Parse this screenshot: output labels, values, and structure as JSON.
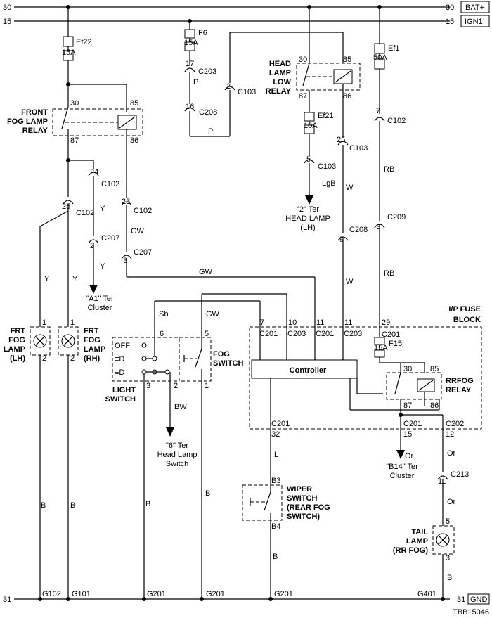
{
  "rails": {
    "bat_left": "30",
    "bat_right": "30",
    "bat_tag": "BAT+",
    "ign_left": "15",
    "ign_right": "15",
    "ign_tag": "IGN1",
    "gnd_left": "31",
    "gnd_right": "31",
    "gnd_tag": "GND"
  },
  "fuses": {
    "ef22": {
      "name": "Ef22",
      "rating": "15A"
    },
    "f6": {
      "name": "F6",
      "rating": "15A"
    },
    "ef1": {
      "name": "Ef1",
      "rating": "50A"
    },
    "ef21": {
      "name": "Ef21",
      "rating": "10A"
    },
    "f15": {
      "name": "F15",
      "rating": "15A"
    }
  },
  "relays": {
    "front_fog": {
      "label": [
        "FRONT",
        "FOG LAMP",
        "RELAY"
      ],
      "pins": [
        "30",
        "85",
        "87",
        "86"
      ]
    },
    "head_lamp_low": {
      "label": [
        "HEAD",
        "LAMP",
        "LOW",
        "RELAY"
      ],
      "pins": [
        "30",
        "85",
        "87",
        "86"
      ]
    },
    "rrfog": {
      "label": [
        "RRFOG",
        "RELAY"
      ],
      "pins": [
        "30",
        "85",
        "87",
        "86"
      ]
    }
  },
  "connectors": {
    "c203_17": {
      "pin": "17",
      "name": "C203"
    },
    "c208_16": {
      "pin": "16",
      "name": "C208"
    },
    "c103_2": {
      "pin": "2",
      "name": "C103"
    },
    "c102_7": {
      "pin": "7",
      "name": "C102"
    },
    "c103_5": {
      "pin": "5",
      "name": "C103"
    },
    "c103_25": {
      "pin": "25",
      "name": "C103"
    },
    "c102_24": {
      "pin": "24",
      "name": "C102"
    },
    "c102_25": {
      "pin": "25",
      "name": "C102"
    },
    "c102_23": {
      "pin": "23",
      "name": "C102"
    },
    "c207_2": {
      "pin": "2",
      "name": "C207"
    },
    "c207_3": {
      "pin": "3",
      "name": "C207"
    },
    "c208_9": {
      "pin": "9",
      "name": "C208"
    },
    "c209_3": {
      "pin": "3",
      "name": "C209"
    },
    "c213_11": {
      "pin": "11",
      "name": "C213"
    }
  },
  "wires": {
    "p1": "P",
    "p2": "P",
    "lgb": "LgB",
    "w1": "W",
    "w2": "W",
    "rb1": "RB",
    "rb2": "RB",
    "y1": "Y",
    "y2": "Y",
    "y3": "Y",
    "y4": "Y",
    "gw1": "GW",
    "gw2": "GW",
    "gw3": "GW",
    "sb": "Sb",
    "bw": "BW",
    "l": "L",
    "or1": "Or",
    "or2": "Or",
    "b1": "B",
    "b2": "B",
    "b3": "B",
    "b4": "B",
    "b5": "B",
    "b6": "B"
  },
  "references": {
    "head_lamp_lh": [
      "\"2\" Ter",
      "HEAD LAMP",
      "(LH)"
    ],
    "cluster_a1": [
      "\"A1\" Ter",
      "Cluster"
    ],
    "head_lamp_switch": [
      "\"6\" Ter",
      "Head Lamp",
      "Switch"
    ],
    "cluster_b14": [
      "\"B14\" Ter",
      "Cluster"
    ]
  },
  "lamps": {
    "frt_fog_lh": {
      "label": [
        "FRT",
        "FOG",
        "LAMP",
        "(LH)"
      ],
      "pin_top": "1",
      "pin_bottom": "2"
    },
    "frt_fog_rh": {
      "label": [
        "FRT",
        "FOG",
        "LAMP",
        "(RH)"
      ],
      "pin_top": "1",
      "pin_bottom": "2"
    },
    "tail": {
      "label": [
        "TAIL",
        "LAMP",
        "(RR FOG)"
      ],
      "pin_top": "5",
      "pin_bottom": "3"
    }
  },
  "light_switch": {
    "label": [
      "LIGHT",
      "SWITCH"
    ],
    "positions": [
      "OFF",
      "≡D",
      "≡D"
    ],
    "pins": [
      "6",
      "3",
      "2"
    ]
  },
  "fog_switch": {
    "label": [
      "FOG",
      "SWITCH"
    ],
    "pins": [
      "5",
      "1"
    ]
  },
  "wiper_switch": {
    "label": [
      "WIPER",
      "SWITCH",
      "(REAR FOG",
      "SWITCH)"
    ],
    "pins": [
      "B3",
      "B4"
    ]
  },
  "ip_block": {
    "title": [
      "I/P FUSE",
      "BLOCK"
    ],
    "controller": "Controller",
    "pins": [
      {
        "pin": "7",
        "conn": "C201"
      },
      {
        "pin": "10",
        "conn": "C203"
      },
      {
        "pin": "11",
        "conn": "C201"
      },
      {
        "pin": "11",
        "conn": "C203"
      },
      {
        "pin": "29",
        "conn": "C201"
      }
    ],
    "bottom_pins": [
      {
        "pin": "32",
        "conn": "C201"
      },
      {
        "pin": "15",
        "conn": "C201"
      },
      {
        "pin": "12",
        "conn": "C202"
      }
    ]
  },
  "grounds": [
    "G102",
    "G101",
    "G201",
    "G201",
    "G201",
    "G401"
  ],
  "figure_id": "TBB15046"
}
